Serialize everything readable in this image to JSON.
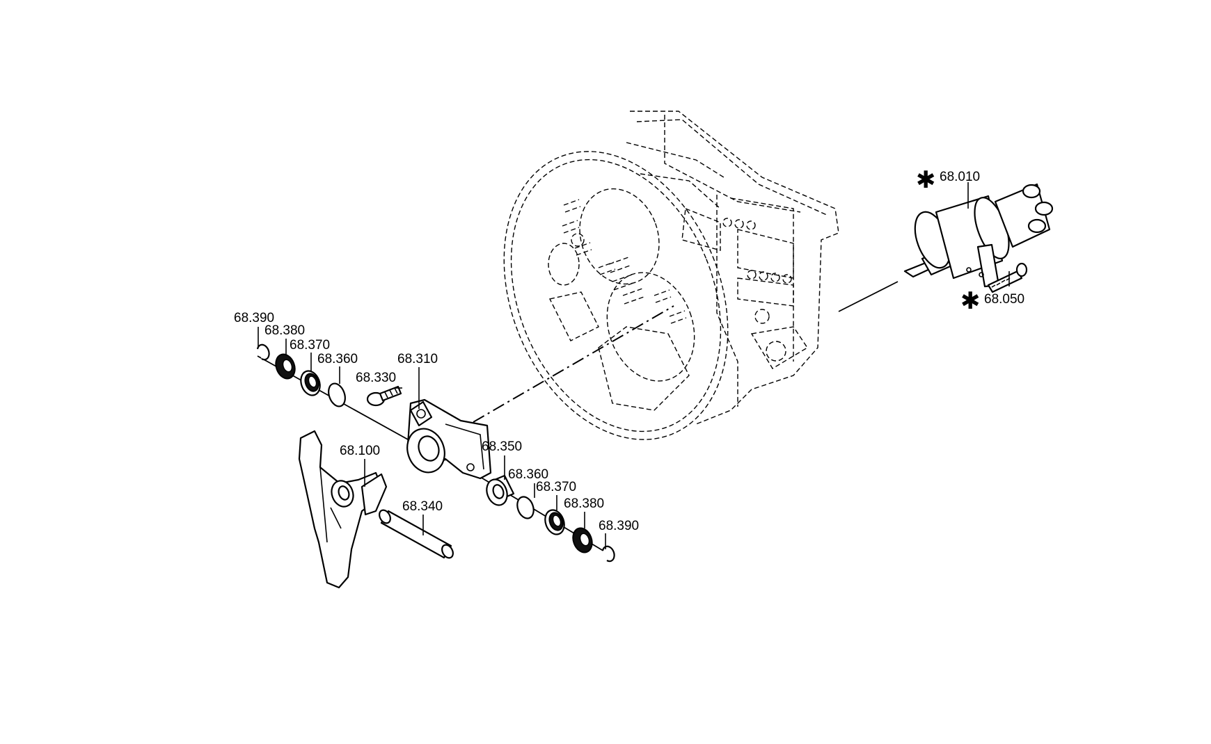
{
  "markers": {
    "asterisk": "✱"
  },
  "labels": {
    "p68_010": "68.010",
    "p68_050": "68.050",
    "p68_390_top": "68.390",
    "p68_380_top": "68.380",
    "p68_370_top": "68.370",
    "p68_360_top": "68.360",
    "p68_330": "68.330",
    "p68_310": "68.310",
    "p68_100": "68.100",
    "p68_340": "68.340",
    "p68_350": "68.350",
    "p68_360_bot": "68.360",
    "p68_370_bot": "68.370",
    "p68_380_bot": "68.380",
    "p68_390_bot": "68.390"
  }
}
